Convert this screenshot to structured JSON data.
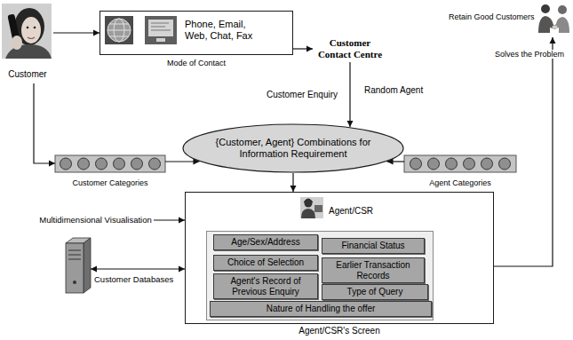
{
  "diagram": {
    "nodes": [
      {
        "text": [
          "Customer"
        ]
      },
      {
        "text": [
          "Phone, Email, Web, Chat, Fax",
          "Mode of Contact"
        ]
      },
      {
        "text": [
          "Customer Contact Centre"
        ]
      },
      {
        "text": [
          "Retain Good Customers"
        ]
      },
      {
        "text": [
          "Customer Categories"
        ]
      },
      {
        "text": [
          "{Customer, Agent} Combinations for Information Requirement"
        ]
      },
      {
        "text": [
          "Agent Categories"
        ]
      },
      {
        "text": [
          "Multidimensional Visualisation"
        ]
      },
      {
        "text": [
          "Agent/CSR",
          "Agent/CSR's Screen"
        ]
      },
      {
        "text": [
          "Age/Sex/Address"
        ],
        "in": 8
      },
      {
        "text": [
          "Financial Status"
        ],
        "in": 8
      },
      {
        "text": [
          "Choice of Selection"
        ],
        "in": 8
      },
      {
        "text": [
          "Earlier Transaction Records"
        ],
        "in": 8
      },
      {
        "text": [
          "Agent's Record of Previous Enquiry"
        ],
        "in": 8
      },
      {
        "text": [
          "Type of Query"
        ],
        "in": 8
      },
      {
        "text": [
          "Nature of Handling the offer"
        ],
        "in": 8
      },
      {
        "text": [
          "Customer Databases"
        ]
      }
    ],
    "edges": [
      {
        "from": 0,
        "to": 1,
        "arrow": "to"
      },
      {
        "from": 1,
        "to": 2,
        "arrow": "to"
      },
      {
        "from": 2,
        "to": 5,
        "label": "Customer Enquiry",
        "arrow": "to"
      },
      {
        "from": 0,
        "to": 4,
        "arrow": "to"
      },
      {
        "from": 4,
        "to": 5,
        "arrow": "to"
      },
      {
        "from": 6,
        "to": 5,
        "arrow": "to"
      },
      {
        "from": 5,
        "to": 8,
        "arrow": "to"
      },
      {
        "from": 7,
        "to": 8,
        "arrow": "to"
      },
      {
        "from": 16,
        "to": 8,
        "arrow": "both"
      },
      {
        "from": 8,
        "to": 3,
        "label": "Solves the Problem",
        "arrow": "to"
      }
    ],
    "labels": [
      "Random Agent"
    ]
  }
}
